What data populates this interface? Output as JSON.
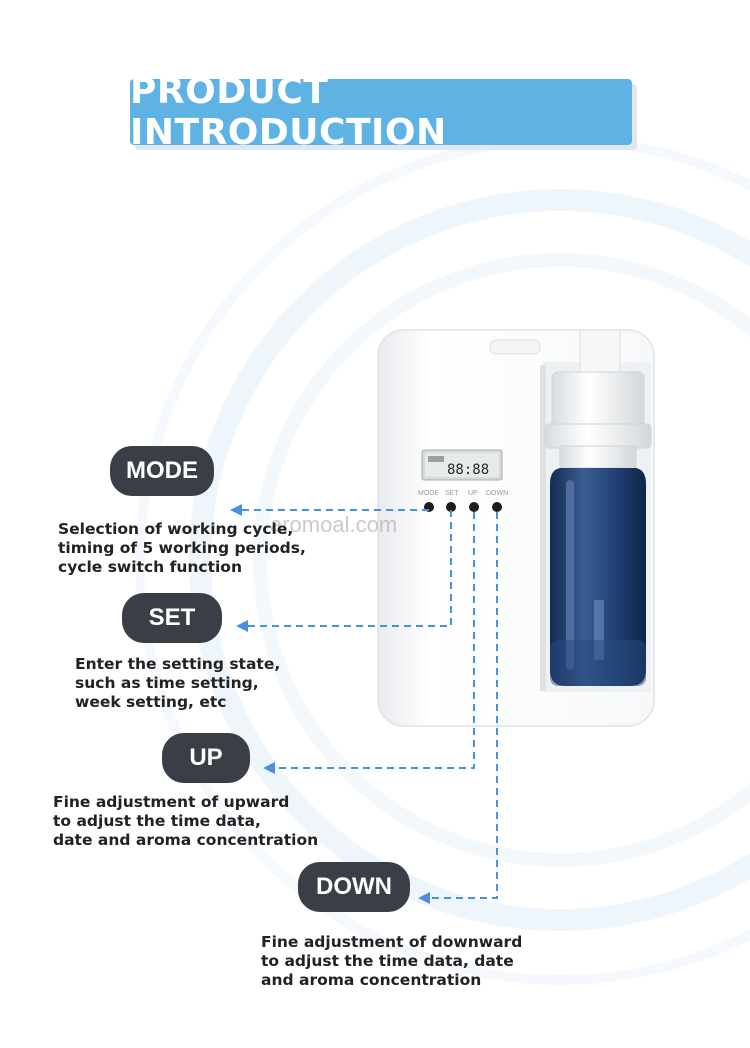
{
  "title": "PRODUCT INTRODUCTION",
  "lcd": {
    "digits": "88:88"
  },
  "button_labels": [
    "MODE",
    "SET",
    "UP",
    "DOWN"
  ],
  "watermark": "aromoal.com",
  "features": [
    {
      "label": "MODE",
      "description": "Selection of working cycle,\ntiming of 5 working periods,\ncycle switch function"
    },
    {
      "label": "SET",
      "description": "Enter the setting state,\nsuch as time setting,\nweek setting, etc"
    },
    {
      "label": "UP",
      "description": "Fine adjustment of upward\nto adjust the time data,\ndate and aroma concentration"
    },
    {
      "label": "DOWN",
      "description": "Fine adjustment of downward\nto adjust the time data, date\nand aroma concentration"
    }
  ],
  "colors": {
    "accent": "#5fb3e4",
    "pill": "#3a3e46",
    "connector": "#4a90e2",
    "bottle": "#1f3e6e"
  }
}
